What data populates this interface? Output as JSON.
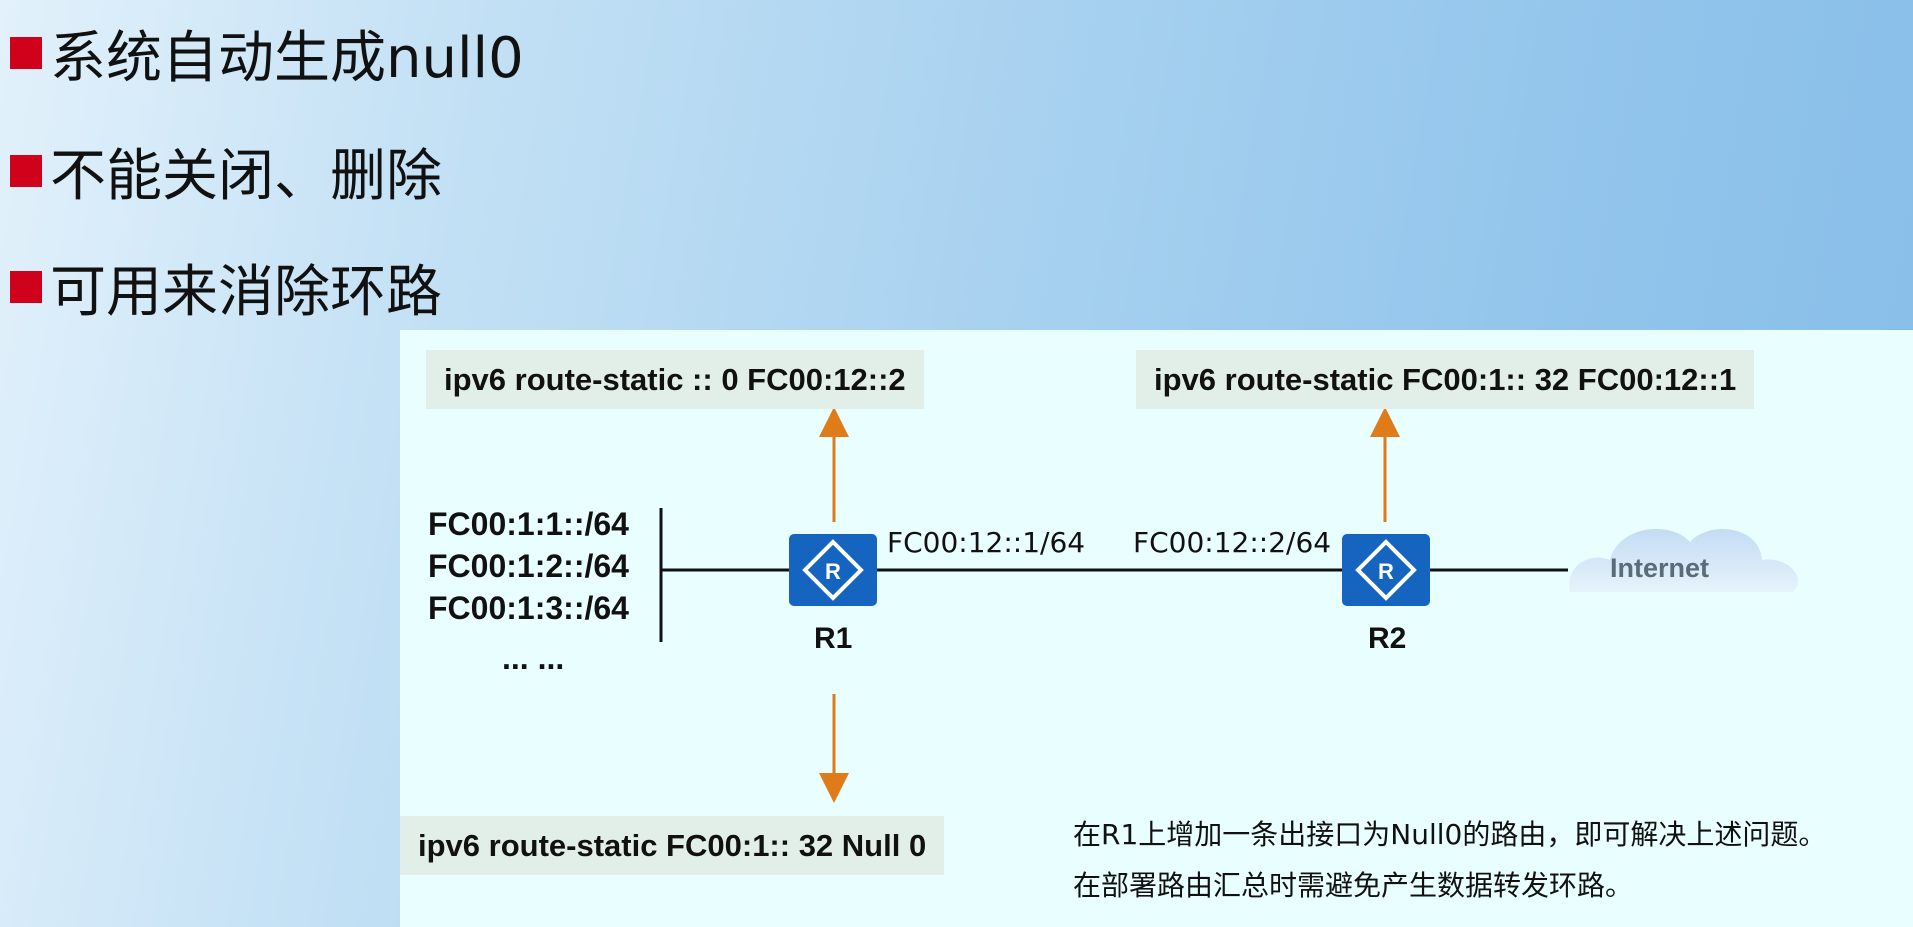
{
  "bullets": [
    {
      "text": "系统自动生成null0"
    },
    {
      "text": "不能关闭、删除"
    },
    {
      "text": "可用来消除环路"
    }
  ],
  "diagram": {
    "cmd_r1_default": "ipv6 route-static :: 0 FC00:12::2",
    "cmd_r2_summary": "ipv6 route-static FC00:1:: 32 FC00:12::1",
    "cmd_r1_null": "ipv6 route-static FC00:1:: 32  Null 0",
    "prefixes": [
      "FC00:1:1::/64",
      "FC00:1:2::/64",
      "FC00:1:3::/64",
      "... ..."
    ],
    "r1_iface": "FC00:12::1/64",
    "r2_iface": "FC00:12::2/64",
    "r1_label": "R1",
    "r2_label": "R2",
    "internet_label": "Internet",
    "note_line1": "在R1上增加一条出接口为Null0的路由，即可解决上述问题。",
    "note_line2": "在部署路由汇总时需避免产生数据转发环路。",
    "colors": {
      "arrow": "#e07b1a",
      "router": "#1565c0",
      "bullet": "#d0021b",
      "panel": "#e9feff",
      "cloud": "#c7dff5"
    },
    "icons": [
      "router-icon",
      "router-icon",
      "cloud-icon"
    ]
  }
}
